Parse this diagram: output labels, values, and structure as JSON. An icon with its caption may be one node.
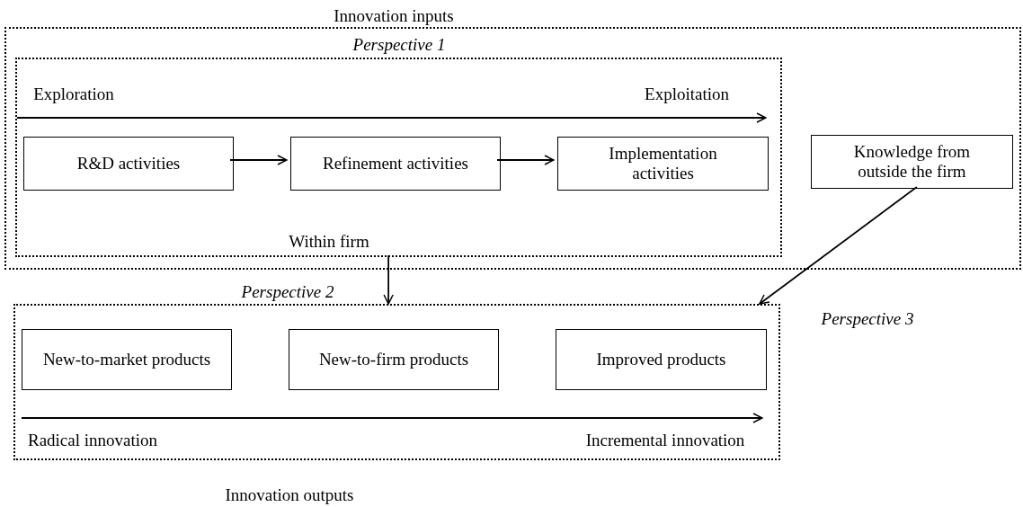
{
  "diagram": {
    "nodes": [
      {
        "text": [
          "Innovation inputs"
        ]
      },
      {
        "text": [
          "Perspective 1",
          "Within firm"
        ],
        "in": 0
      },
      {
        "text": [
          "R&D activities"
        ],
        "in": 1
      },
      {
        "text": [
          "Refinement activities"
        ],
        "in": 1
      },
      {
        "text": [
          "Implementation activities"
        ],
        "in": 1
      },
      {
        "text": [
          "Knowledge from outside the firm"
        ],
        "in": 0
      },
      {
        "text": [
          "Innovation outputs"
        ]
      },
      {
        "text": [
          "New-to-market products"
        ],
        "in": 6
      },
      {
        "text": [
          "New-to-firm products"
        ],
        "in": 6
      },
      {
        "text": [
          "Improved products"
        ],
        "in": 6
      }
    ],
    "edges": [
      {
        "from": 2,
        "to": 3,
        "arrow": "to"
      },
      {
        "from": 3,
        "to": 4,
        "arrow": "to"
      },
      {
        "from": 1,
        "to": 6,
        "arrow": "to",
        "label": "Perspective 2"
      },
      {
        "from": 5,
        "to": 6,
        "arrow": "to",
        "label": "Perspective 3"
      }
    ],
    "labels": [
      "Exploration",
      "Exploitation",
      "Radical innovation",
      "Incremental innovation"
    ]
  }
}
